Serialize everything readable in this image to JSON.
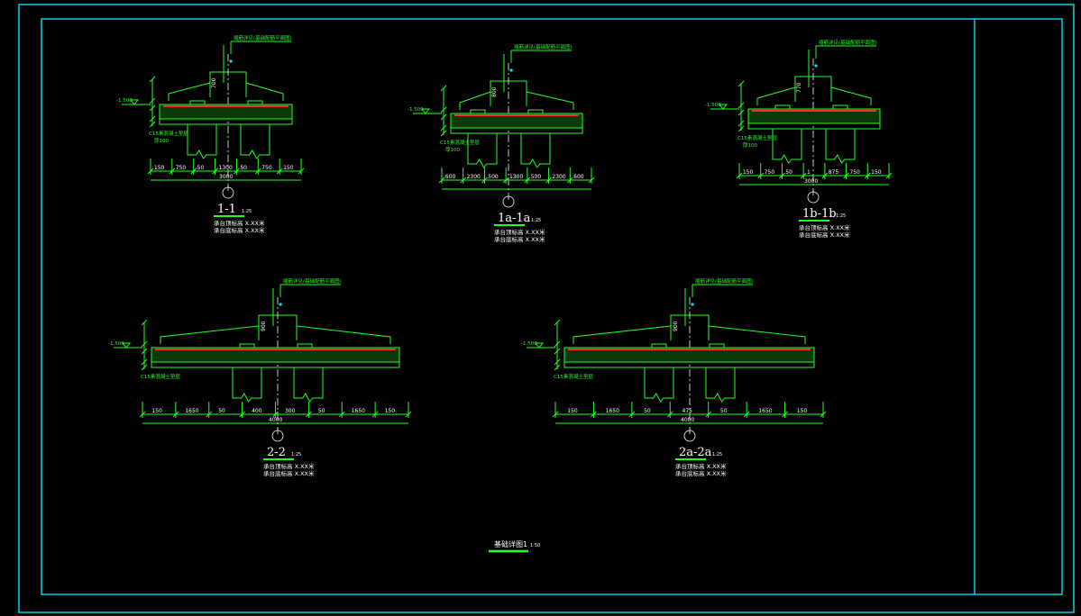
{
  "colors": {
    "background": "#000000",
    "frame": "#00e5ee",
    "linework": "#25ff25",
    "text": "#ffffff",
    "reinforcement": "#ff2a2a"
  },
  "sections": [
    {
      "id": "1-1",
      "title": "1-1",
      "scale": "1:25",
      "note_line1": "承台顶标高 X.XX米",
      "note_line2": "承台底标高 X.XX米",
      "top_label": "插筋详见(基础配筋平面图)",
      "level": "-1.500",
      "left_note": "C15素混凝土垫层",
      "left_note2": "厚100",
      "col_dim": "700",
      "h_dims": [
        "150",
        "750",
        "50",
        "1300",
        "50",
        "750",
        "150"
      ],
      "total": "3000"
    },
    {
      "id": "1a-1a",
      "title": "1a-1a",
      "scale": "1:25",
      "note_line1": "承台顶标高 X.XX米",
      "note_line2": "承台底标高 X.XX米",
      "top_label": "插筋详见(基础配筋平面图)",
      "level": "-1.500",
      "left_note": "C15素混凝土垫层",
      "left_note2": "厚100",
      "col_dim": "800",
      "h_dims": [
        "600",
        "2300",
        "500",
        "1300",
        "500",
        "2300",
        "600"
      ],
      "total": ""
    },
    {
      "id": "1b-1b",
      "title": "1b-1b",
      "scale": "1:25",
      "note_line1": "承台顶标高 X.XX米",
      "note_line2": "承台底标高 X.XX米",
      "top_label": "插筋详见(基础配筋平面图)",
      "level": "-1.500",
      "left_note": "C15素混凝土垫层",
      "left_note2": "厚100",
      "col_dim": "770",
      "h_dims": [
        "150",
        "750",
        "50",
        "1",
        "875",
        "750",
        "150"
      ],
      "total": "3000"
    },
    {
      "id": "2-2",
      "title": "2-2",
      "scale": "1:25",
      "note_line1": "承台顶标高 X.XX米",
      "note_line2": "承台底标高 X.XX米",
      "top_label": "插筋详见(基础配筋平面图)",
      "level": "-1.500",
      "left_note": "C15素混凝土垫层",
      "left_note2": "",
      "col_dim": "900",
      "h_dims": [
        "150",
        "1650",
        "50",
        "400",
        "300",
        "50",
        "1650",
        "150"
      ],
      "total": "4000"
    },
    {
      "id": "2a-2a",
      "title": "2a-2a",
      "scale": "1:25",
      "note_line1": "承台顶标高 X.XX米",
      "note_line2": "承台底标高 X.XX米",
      "top_label": "插筋详见(基础配筋平面图)",
      "level": "-1.500",
      "left_note": "C15素混凝土垫层",
      "left_note2": "",
      "col_dim": "900",
      "h_dims": [
        "150",
        "1650",
        "50",
        "475",
        "50",
        "1650",
        "150"
      ],
      "total": "4000"
    }
  ],
  "sheet": {
    "title": "基础详图1",
    "scale": "1:50"
  }
}
